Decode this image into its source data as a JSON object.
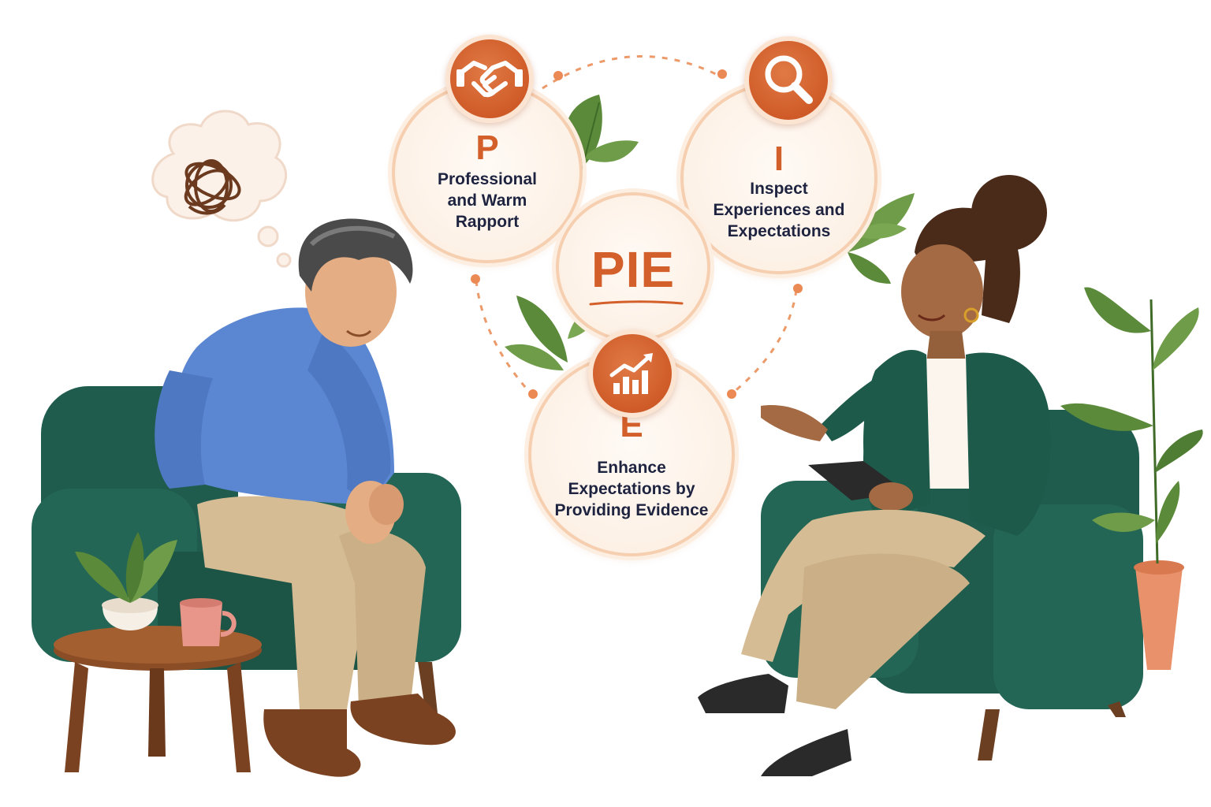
{
  "diagram": {
    "center": {
      "title": "PIE"
    },
    "steps": [
      {
        "letter": "P",
        "label": "Professional\nand Warm\nRapport",
        "icon": "handshake-icon"
      },
      {
        "letter": "I",
        "label": "Inspect\nExperiences and\nExpectations",
        "icon": "magnifier-icon"
      },
      {
        "letter": "E",
        "label": "Enhance\nExpectations by\nProviding Evidence",
        "icon": "growth-chart-icon"
      }
    ]
  },
  "colors": {
    "accent": "#d35f2a",
    "circle_fill": "#fdf1e6",
    "circle_border": "#f6cfb0",
    "text_dark": "#1e2340",
    "chair_green": "#1f5c4d",
    "leaf_green": "#5b8a3a"
  },
  "illustration": {
    "left_person": "client-man-icon",
    "right_person": "therapist-woman-icon",
    "thought_bubble": "tangled-thought-icon"
  }
}
